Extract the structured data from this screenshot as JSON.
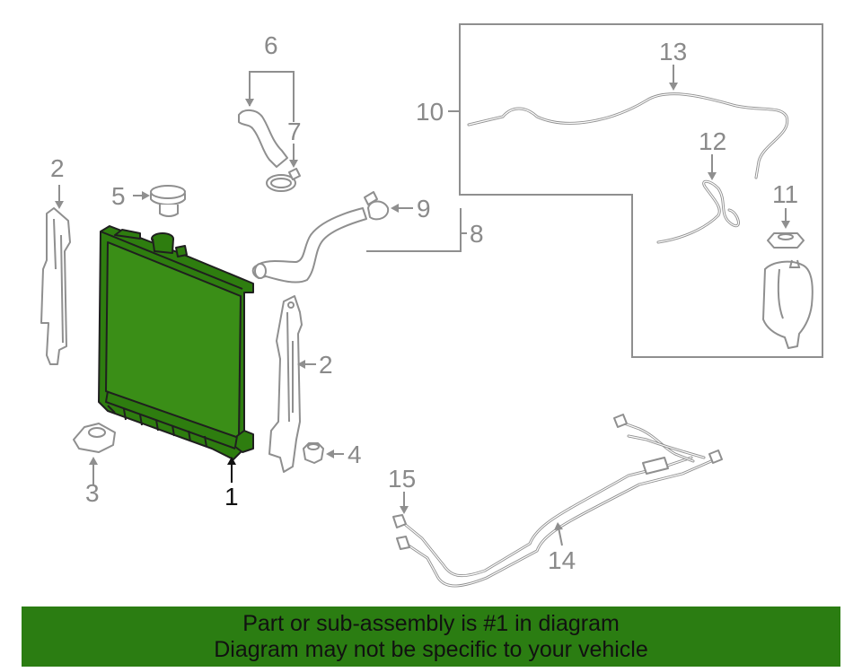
{
  "colors": {
    "highlight_fill": "#2e7d0f",
    "banner_background": "#2b7d12",
    "part_outline": "#8f8f8f",
    "callout_text": "#8a8a8a"
  },
  "callouts": {
    "c1": "1",
    "c2a": "2",
    "c2b": "2",
    "c3": "3",
    "c4": "4",
    "c5": "5",
    "c6": "6",
    "c7": "7",
    "c8": "8",
    "c9": "9",
    "c10": "10",
    "c11": "11",
    "c12": "12",
    "c13": "13",
    "c14": "14",
    "c15": "15"
  },
  "banner": {
    "line1": "Part or sub-assembly is #1 in diagram",
    "line2": "Diagram may not be specific to your vehicle"
  }
}
